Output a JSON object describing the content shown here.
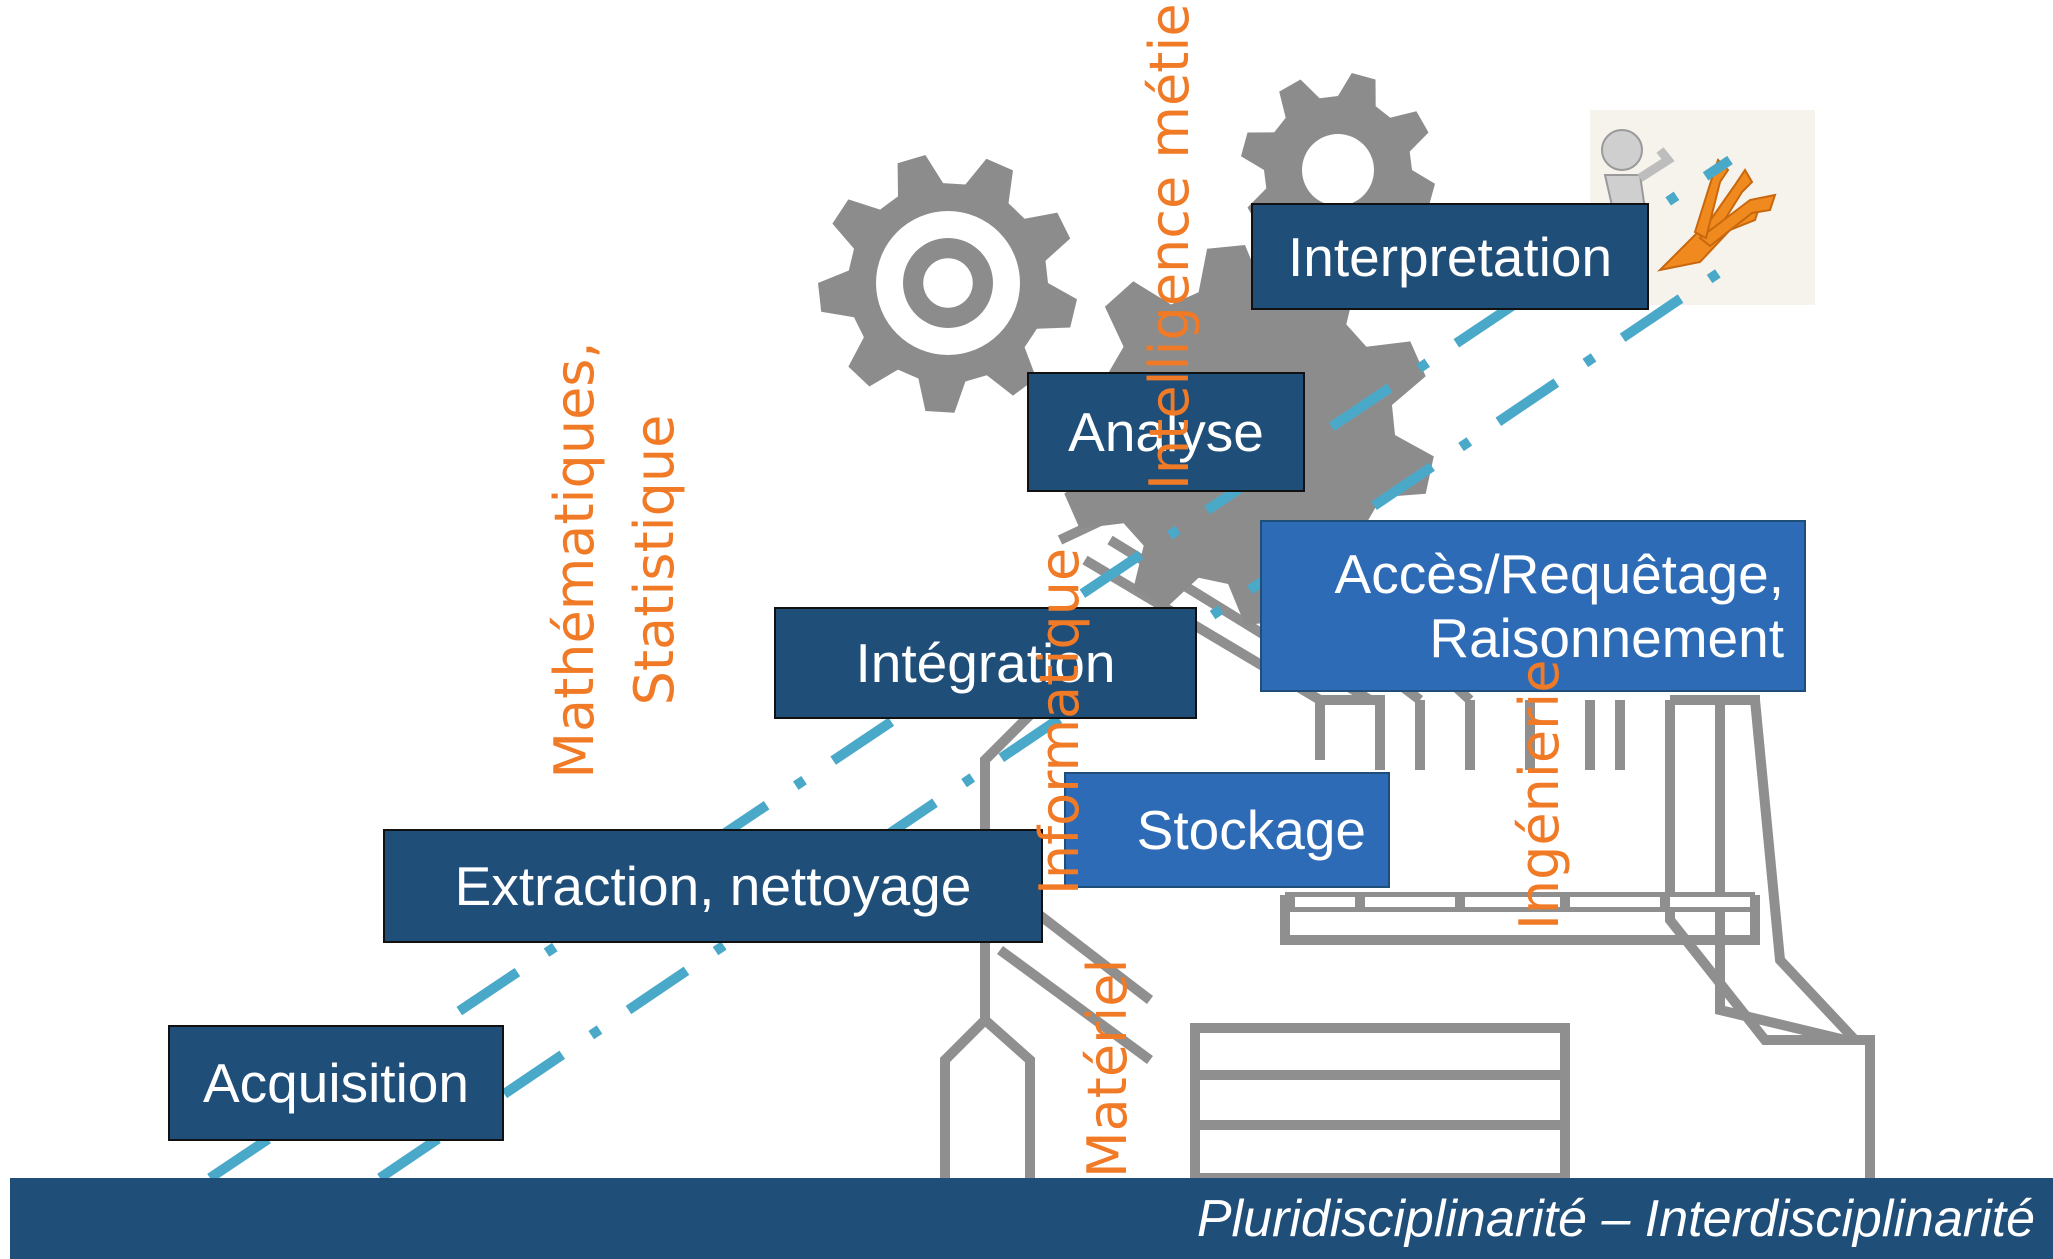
{
  "steps": {
    "acquisition": "Acquisition",
    "extraction": "Extraction, nettoyage",
    "integration": "Intégration",
    "stockage": "Stockage",
    "analyse": "Analyse",
    "acces_line1": "Accès/Requêtage,",
    "acces_line2": "Raisonnement",
    "interpretation": "Interpretation"
  },
  "disciplines": {
    "math_line1": "Mathématiques,",
    "math_line2": "Statistique",
    "intelligence": "Intelligence métier",
    "informatique": "Informatique",
    "materiel": "Matériel",
    "ingenierie": "Ingénierie"
  },
  "footer": "Pluridisciplinarité – Interdisciplinarité",
  "colors": {
    "box_dark": "#1f4e79",
    "box_mid": "#2e6bb6",
    "discipline_text": "#f07a25",
    "dash_line": "#4aa9c9",
    "gear": "#8c8c8c",
    "footer_bg": "#1f4e79"
  },
  "icons": [
    "gear-icon",
    "factory-illustration",
    "thinking-person-icon"
  ]
}
